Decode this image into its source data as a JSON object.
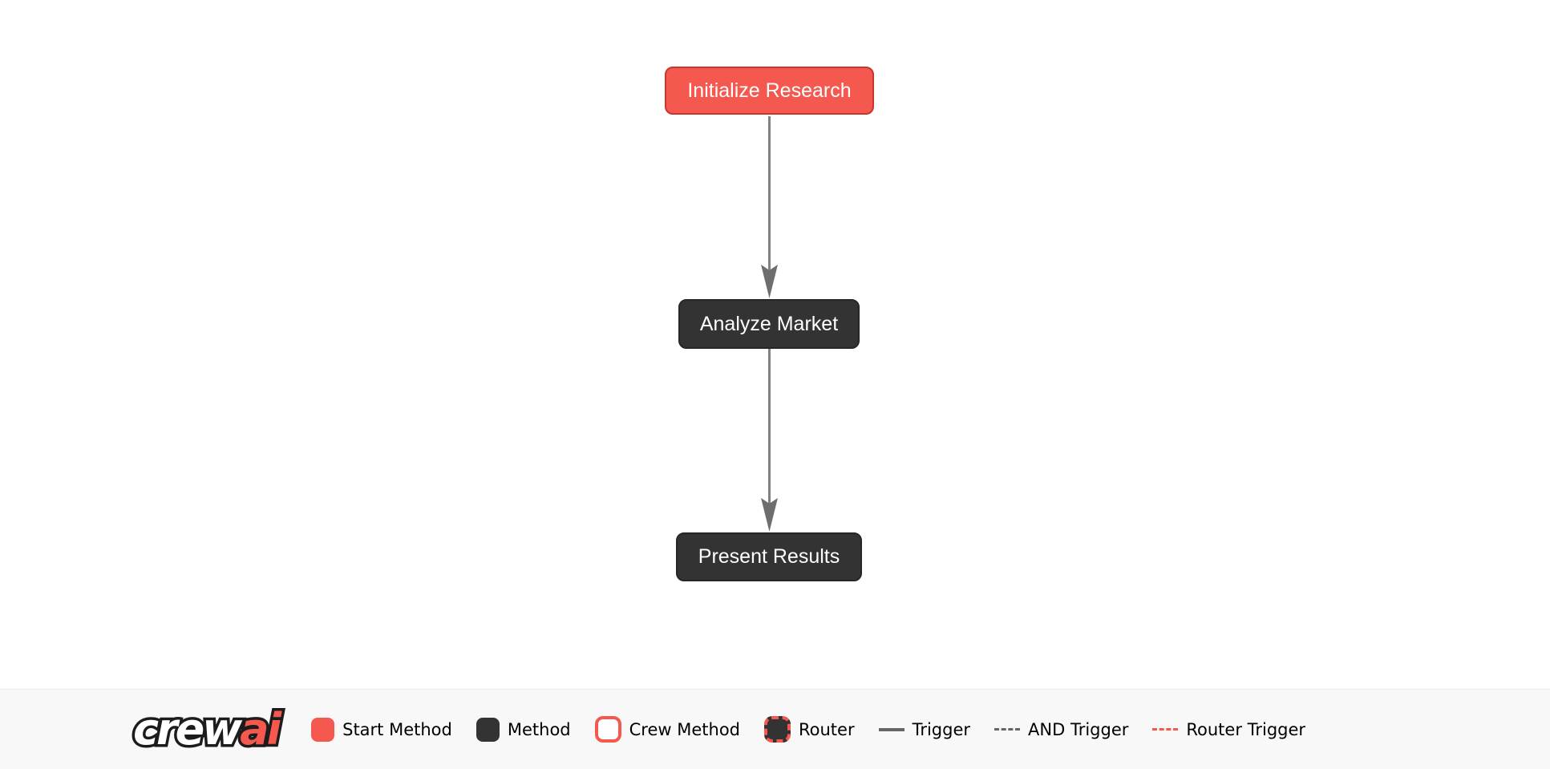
{
  "colors": {
    "start_method_fill": "#f4584f",
    "start_method_border": "#ca362c",
    "method_fill": "#333333",
    "trigger_line": "#818181",
    "router_accent": "#f4584f",
    "footer_bg": "#f8f8f8"
  },
  "flow": {
    "nodes": [
      {
        "label": "Initialize Research",
        "type": "start-method"
      },
      {
        "label": "Analyze Market",
        "type": "method"
      },
      {
        "label": "Present Results",
        "type": "method"
      }
    ],
    "edges": [
      {
        "from": "Initialize Research",
        "to": "Analyze Market",
        "type": "trigger"
      },
      {
        "from": "Analyze Market",
        "to": "Present Results",
        "type": "trigger"
      }
    ]
  },
  "footer": {
    "logo": {
      "part1": "crew",
      "part2": "ai"
    },
    "legend": [
      {
        "label": "Start Method",
        "swatch": "start-method-square"
      },
      {
        "label": "Method",
        "swatch": "method-square"
      },
      {
        "label": "Crew Method",
        "swatch": "crew-method-square"
      },
      {
        "label": "Router",
        "swatch": "router-square"
      },
      {
        "label": "Trigger",
        "swatch": "solid-gray-line"
      },
      {
        "label": "AND Trigger",
        "swatch": "dashed-gray-line"
      },
      {
        "label": "Router Trigger",
        "swatch": "dashed-red-line"
      }
    ]
  }
}
